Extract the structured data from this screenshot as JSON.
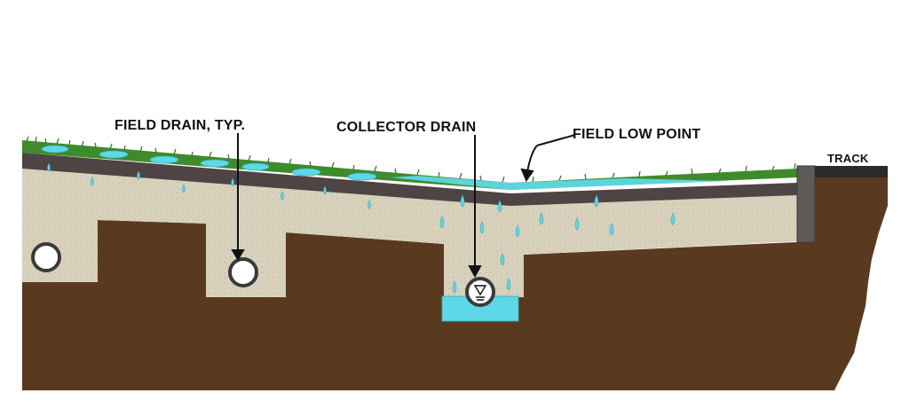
{
  "labels": {
    "field_drain": "FIELD DRAIN, TYP.",
    "collector_drain": "COLLECTOR DRAIN",
    "field_low_point": "FIELD LOW POINT",
    "track": "TRACK"
  },
  "icons": {
    "water_level": "water-level-triangle-symbol"
  },
  "colors": {
    "soil": "#5a3a1f",
    "gravel": "#d8d1bc",
    "base_layer": "#4d4443",
    "turf": "#3f8a2c",
    "water": "#5ed8e6",
    "pipe": "#3a3a3a",
    "track": "#2b2b2b"
  }
}
